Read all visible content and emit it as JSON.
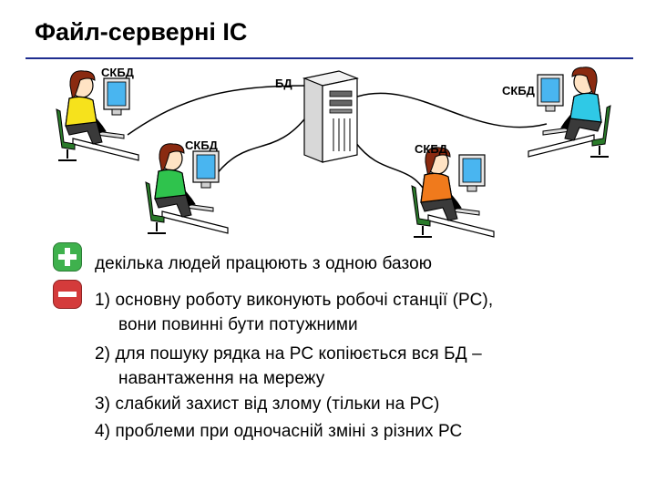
{
  "title": "Файл-серверні ІС",
  "diagram": {
    "labels": {
      "client_top_left": "СКБД",
      "server": "БД",
      "client_top_right": "СКБД",
      "client_bottom_left": "СКБД",
      "client_bottom_right": "СКБД"
    }
  },
  "pros": {
    "text": "декілька людей працюють з одною базою"
  },
  "cons": {
    "items": [
      "1) основну роботу виконують робочі станції (РС),",
      "вони повинні бути потужними",
      "2) для пошуку рядка на РС копіюється вся БД –",
      "навантаження на мережу",
      "3) слабкий захист від злому (тільки на РС)",
      "4) проблеми при одночасній зміні з різних РС"
    ]
  },
  "colors": {
    "title_rule": "#1f2d8f",
    "plus_icon": "#3fb14d",
    "minus_icon": "#d43b3b",
    "shirt_yellow": "#f6e21c",
    "shirt_green": "#2fc34d",
    "shirt_orange": "#f07a1c",
    "shirt_cyan": "#2fc9e6",
    "monitor_screen": "#49b5f0"
  },
  "icons": {
    "plus": "plus-icon",
    "minus": "minus-icon"
  }
}
